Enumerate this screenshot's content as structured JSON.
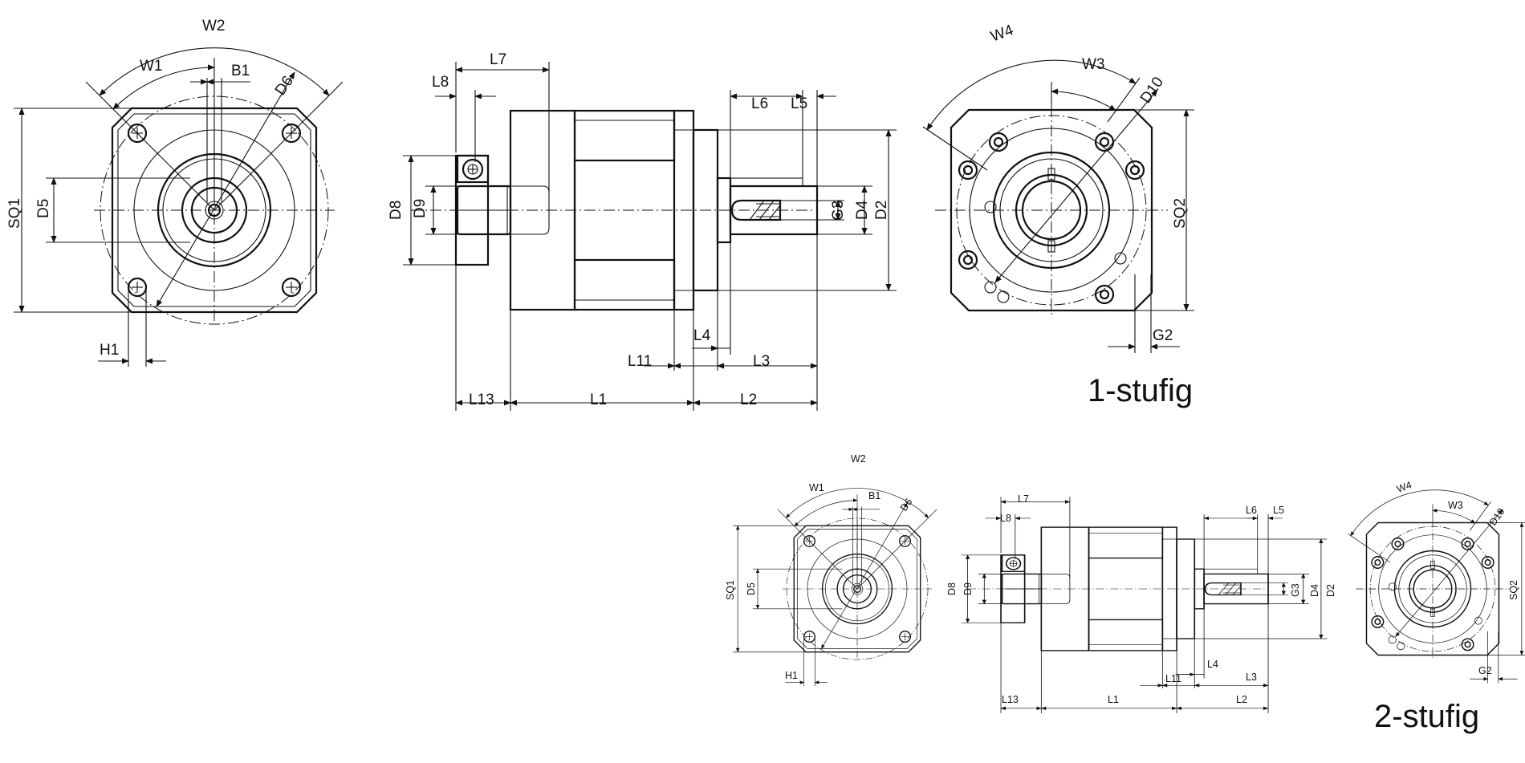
{
  "drawing": {
    "title_stage1": "1-stufig",
    "title_stage2": "2-stufig",
    "stage1": {
      "front_view": {
        "labels": [
          "W2",
          "W1",
          "B1",
          "D6",
          "SQ1",
          "D5",
          "H1"
        ]
      },
      "side_view": {
        "labels": [
          "L7",
          "L8",
          "L6",
          "L5",
          "D8",
          "D9",
          "G3",
          "D4",
          "D2",
          "L4",
          "L11",
          "L3",
          "L13",
          "L1",
          "L2"
        ]
      },
      "rear_view": {
        "labels": [
          "W4",
          "W3",
          "D10",
          "SQ2",
          "G2"
        ]
      }
    },
    "stage2": {
      "front_view": {
        "labels": [
          "W2",
          "W1",
          "B1",
          "D6",
          "SQ1",
          "D5",
          "H1"
        ]
      },
      "side_view": {
        "labels": [
          "L7",
          "L8",
          "L6",
          "L5",
          "D8",
          "D9",
          "G3",
          "D4",
          "D2",
          "L4",
          "L11",
          "L3",
          "L13",
          "L1",
          "L2"
        ]
      },
      "rear_view": {
        "labels": [
          "W4",
          "W3",
          "D10",
          "SQ2",
          "G2"
        ]
      }
    }
  },
  "colors": {
    "ink": "#111111",
    "paper": "#ffffff"
  }
}
